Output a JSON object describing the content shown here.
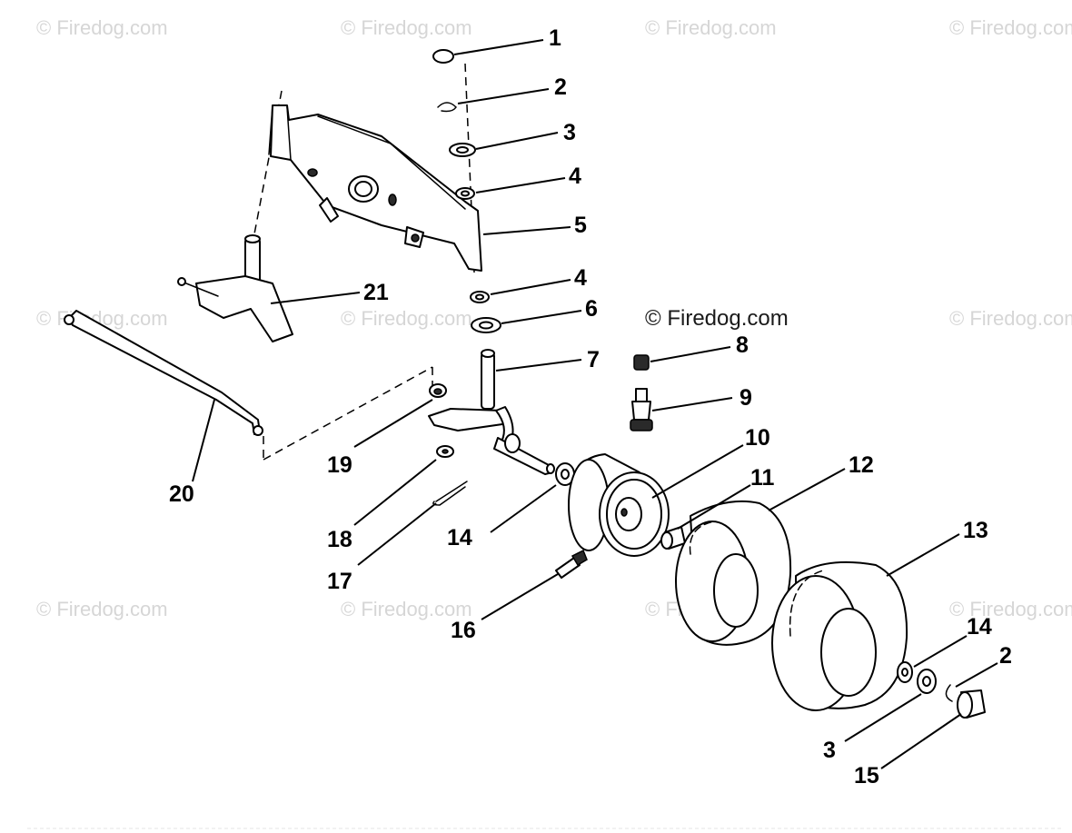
{
  "watermark": {
    "text": "© Firedog.com",
    "color": "#d6d6d6"
  },
  "center_watermark": "© Firedog.com",
  "callouts": [
    {
      "id": "c1",
      "label": "1"
    },
    {
      "id": "c2",
      "label": "2"
    },
    {
      "id": "c3",
      "label": "3"
    },
    {
      "id": "c4a",
      "label": "4"
    },
    {
      "id": "c5",
      "label": "5"
    },
    {
      "id": "c4b",
      "label": "4"
    },
    {
      "id": "c6",
      "label": "6"
    },
    {
      "id": "c21",
      "label": "21"
    },
    {
      "id": "c7",
      "label": "7"
    },
    {
      "id": "c8",
      "label": "8"
    },
    {
      "id": "c9",
      "label": "9"
    },
    {
      "id": "c10",
      "label": "10"
    },
    {
      "id": "c11",
      "label": "11"
    },
    {
      "id": "c12",
      "label": "12"
    },
    {
      "id": "c13",
      "label": "13"
    },
    {
      "id": "c14a",
      "label": "14"
    },
    {
      "id": "c14b",
      "label": "14"
    },
    {
      "id": "c2b",
      "label": "2"
    },
    {
      "id": "c3b",
      "label": "3"
    },
    {
      "id": "c15",
      "label": "15"
    },
    {
      "id": "c16",
      "label": "16"
    },
    {
      "id": "c17",
      "label": "17"
    },
    {
      "id": "c18",
      "label": "18"
    },
    {
      "id": "c19",
      "label": "19"
    },
    {
      "id": "c20",
      "label": "20"
    }
  ]
}
